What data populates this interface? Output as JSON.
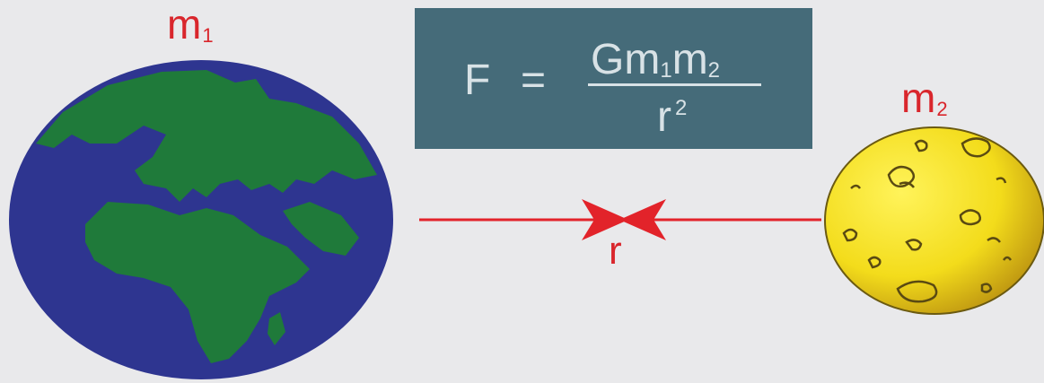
{
  "labels": {
    "m1": "m",
    "m1_sub": "1",
    "m2": "m",
    "m2_sub": "2",
    "r": "r"
  },
  "formula": {
    "lhs": "F",
    "equals": "=",
    "numerator": "Gm",
    "numerator_sub1": "1",
    "numerator_m2": "m",
    "numerator_sub2": "2",
    "denominator": "r",
    "denominator_exp": "2"
  },
  "colors": {
    "label": "#d9262c",
    "arrow": "#e2232a",
    "box": "#456b79",
    "earth_ocean": "#2e3590",
    "earth_land": "#1f7a3a",
    "moon": "#f5e020"
  }
}
